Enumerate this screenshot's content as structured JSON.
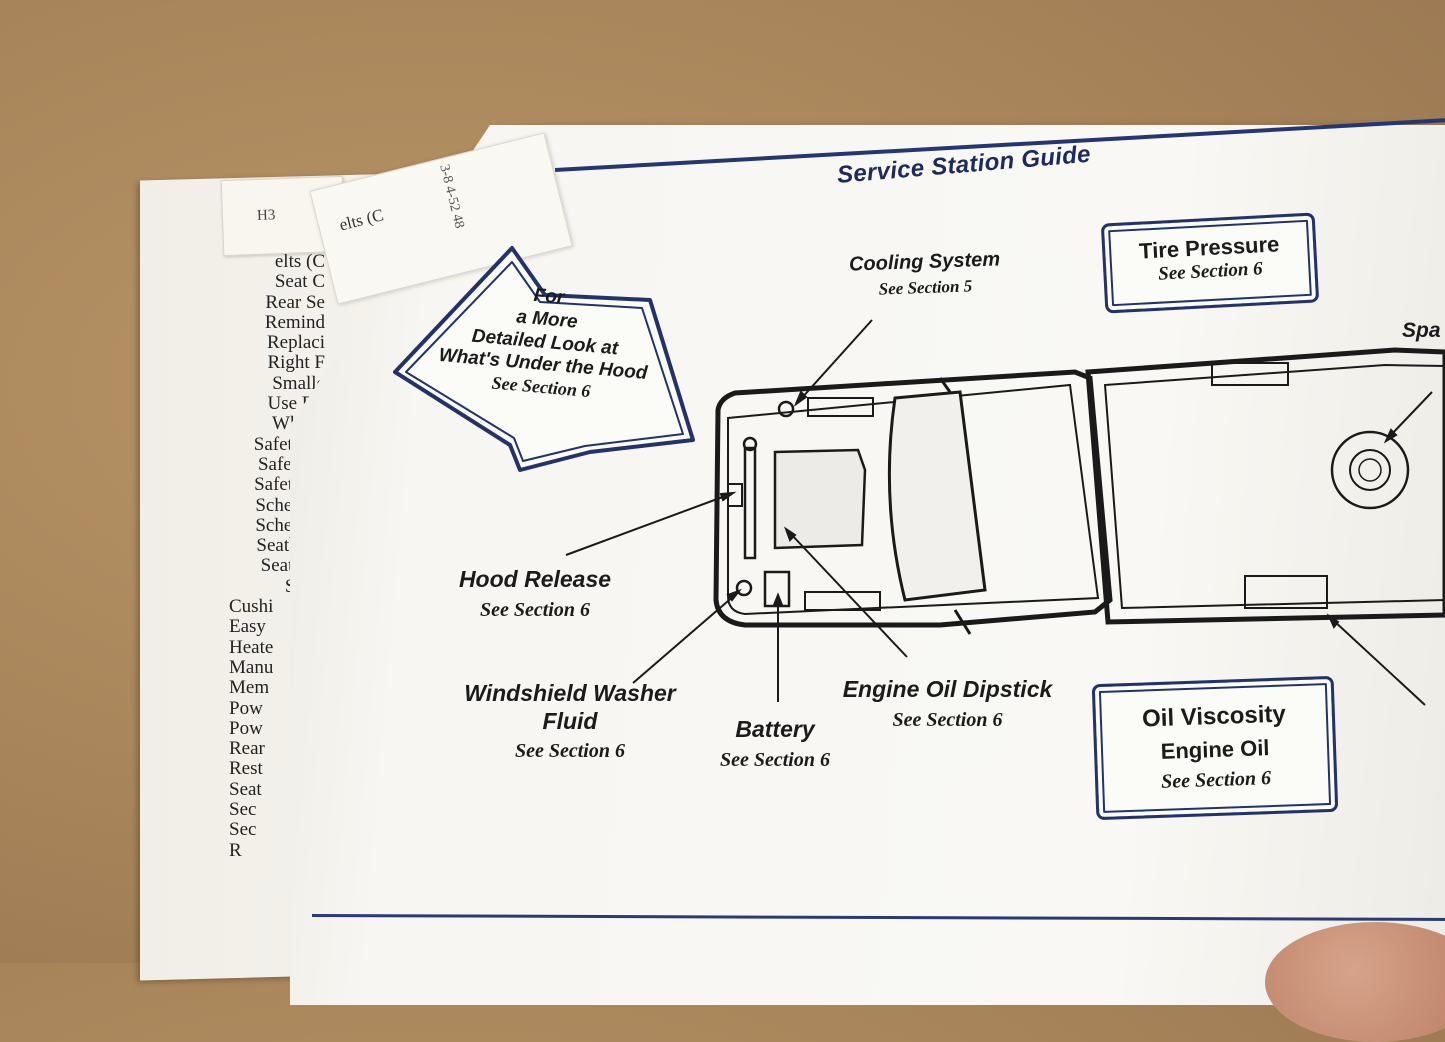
{
  "index_entries": [
    {
      "text": "elts (C",
      "indent": false
    },
    {
      "text": "Seat C",
      "indent": false
    },
    {
      "text": "Rear Se",
      "indent": false
    },
    {
      "text": "Remind",
      "indent": false
    },
    {
      "text": "Replaci",
      "indent": false
    },
    {
      "text": "Right F",
      "indent": false
    },
    {
      "text": "Smalle",
      "indent": false
    },
    {
      "text": "Use Du",
      "indent": false
    },
    {
      "text": "Why T",
      "indent": false
    },
    {
      "text": "Safety Cl",
      "indent": false
    },
    {
      "text": "Safety D",
      "indent": false
    },
    {
      "text": "Safety W",
      "indent": false
    },
    {
      "text": "Schedule",
      "indent": false
    },
    {
      "text": "Schedule",
      "indent": false
    },
    {
      "text": "Seatback",
      "indent": false
    },
    {
      "text": "Seatbacl",
      "indent": false
    },
    {
      "text": "Seats",
      "indent": false
    },
    {
      "text": "Cushi",
      "indent": true
    },
    {
      "text": "Easy",
      "indent": true
    },
    {
      "text": "Heate",
      "indent": true
    },
    {
      "text": "Manu",
      "indent": true
    },
    {
      "text": "Mem",
      "indent": true
    },
    {
      "text": "Pow",
      "indent": true
    },
    {
      "text": "Pow",
      "indent": true
    },
    {
      "text": "Rear",
      "indent": true
    },
    {
      "text": "Rest",
      "indent": true
    },
    {
      "text": "Seat",
      "indent": true
    },
    {
      "text": "Sec",
      "indent": true
    },
    {
      "text": "Sec",
      "indent": true
    },
    {
      "text": "R",
      "indent": true
    }
  ],
  "sticky_note": {
    "text": "H3"
  },
  "tab_note": {
    "handwriting": "3-8 4-52 48",
    "label": "elts (C"
  },
  "page": {
    "title": "Service Station Guide",
    "callout_arrow": {
      "lines": [
        "For",
        "a More",
        "Detailed Look at",
        "What's Under the Hood"
      ],
      "section": "See Section 6"
    },
    "labels": {
      "cooling": {
        "title": "Cooling System",
        "section": "See Section 5"
      },
      "hood": {
        "title": "Hood Release",
        "section": "See Section 6"
      },
      "washer": {
        "title1": "Windshield Washer",
        "title2": "Fluid",
        "section": "See Section 6"
      },
      "battery": {
        "title": "Battery",
        "section": "See Section 6"
      },
      "dipstick": {
        "title": "Engine Oil Dipstick",
        "section": "See Section 6"
      },
      "spare": {
        "title": "Spa"
      }
    },
    "boxes": {
      "tire": {
        "title": "Tire Pressure",
        "section": "See Section 6"
      },
      "oil": {
        "title1": "Oil Viscosity",
        "title2": "Engine Oil",
        "section": "See Section 6"
      }
    }
  },
  "colors": {
    "navy": "#23336a",
    "paper": "#f9f8f4",
    "desk": "#a8845a"
  }
}
